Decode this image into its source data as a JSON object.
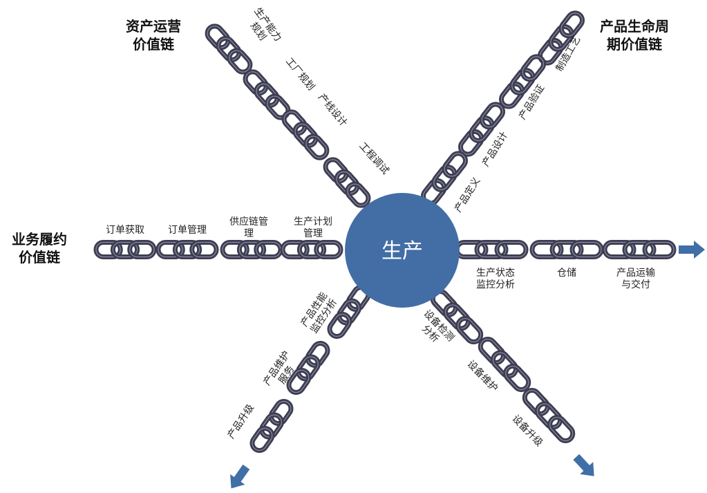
{
  "center": {
    "label": "生产",
    "color": "#436ea5"
  },
  "colors": {
    "link_stroke": "#3d3d52",
    "link_inner": "#ffffff",
    "arrow": "#3f6fa6",
    "text": "#222222"
  },
  "value_chains": [
    {
      "id": "asset",
      "title": [
        "资产运营",
        "价值链"
      ]
    },
    {
      "id": "product",
      "title": [
        "产品生命周",
        "期价值链"
      ]
    },
    {
      "id": "business",
      "title": [
        "业务履约",
        "价值链"
      ]
    }
  ],
  "branches": {
    "asset": [
      "生产能力规划",
      "工厂规划",
      "产线设计",
      "工程调试"
    ],
    "product": [
      "制造工艺",
      "产品验证",
      "产品设计",
      "产品定义"
    ],
    "business": [
      "订单获取",
      "订单管理",
      "供应链管理",
      "生产计划管理"
    ],
    "delivery": [
      "生产状态监控分析",
      "仓储",
      "产品运输与交付"
    ],
    "service": [
      "产品性能监控分析",
      "产品维护服务",
      "产品升级"
    ],
    "equipment": [
      "设备检测分析",
      "设备维护",
      "设备升级"
    ]
  },
  "label_lines": {
    "asset": [
      [
        "生产能力",
        "规划"
      ],
      [
        "工厂规划"
      ],
      [
        "产线设计"
      ],
      [
        "工程调试"
      ]
    ],
    "product": [
      [
        "制造工艺"
      ],
      [
        "产品验证"
      ],
      [
        "产品设计"
      ],
      [
        "产品定义"
      ]
    ],
    "business": [
      [
        "订单获取"
      ],
      [
        "订单管理"
      ],
      [
        "供应链管",
        "理"
      ],
      [
        "生产计划",
        "管理"
      ]
    ],
    "delivery": [
      [
        "生产状态",
        "监控分析"
      ],
      [
        "仓储"
      ],
      [
        "产品运输",
        "与交付"
      ]
    ],
    "service": [
      [
        "产品性能",
        "监控分析"
      ],
      [
        "产品维护",
        "服务"
      ],
      [
        "产品升级"
      ]
    ],
    "equipment": [
      [
        "设备检测",
        "分析"
      ],
      [
        "设备维护"
      ],
      [
        "设备升级"
      ]
    ]
  }
}
